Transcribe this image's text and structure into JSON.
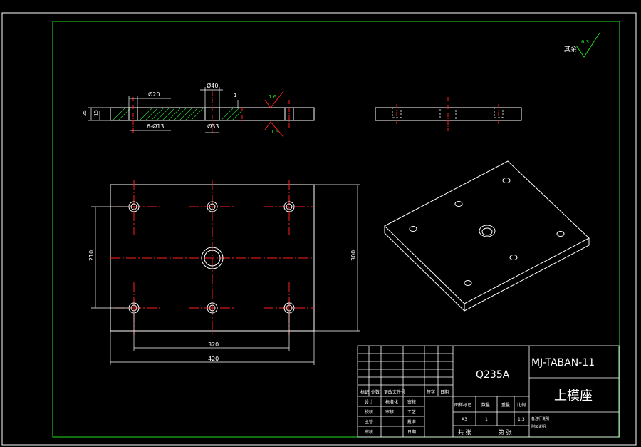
{
  "colors": {
    "background": "#000000",
    "outline": "#ffffff",
    "centerline": "#ff2020",
    "hatch": "#2ecc40",
    "frame": "#22dd22",
    "roughness": "#22dd22"
  },
  "roughness_note": {
    "label": "其余",
    "value": "6.3"
  },
  "section_view": {
    "dims": {
      "d20": "Ø20",
      "d40": "Ø40",
      "d33": "Ø33",
      "holes": "6-Ø13",
      "h25": "25",
      "h15": "15",
      "one": "1"
    },
    "rough_top": "1.6",
    "rough_bottom": "1.6"
  },
  "plan_view": {
    "dims": {
      "width_outer": "420",
      "width_inner": "320",
      "height_outer": "300",
      "height_inner": "210"
    }
  },
  "title_block": {
    "material": "Q235A",
    "drawing_no": "MJ-TABAN-11",
    "part_name": "上模座",
    "revision_headers": [
      "标记",
      "处数",
      "更改文件号",
      "签字",
      "日期"
    ],
    "approval_rows": [
      [
        "设计",
        "标准化",
        "审核"
      ],
      [
        "校核",
        "审核",
        "工艺"
      ],
      [
        "主管",
        "",
        "批准"
      ],
      [
        "审核",
        "",
        "日期"
      ]
    ],
    "attr_headers": [
      "图样标记",
      "数量",
      "重量",
      "比例"
    ],
    "attr_values": [
      "A3",
      "1",
      "",
      "1:3"
    ],
    "org_text": [
      "备注行说明",
      "附加说明"
    ],
    "sheet_total": "共 张",
    "sheet_no": "第 张"
  }
}
